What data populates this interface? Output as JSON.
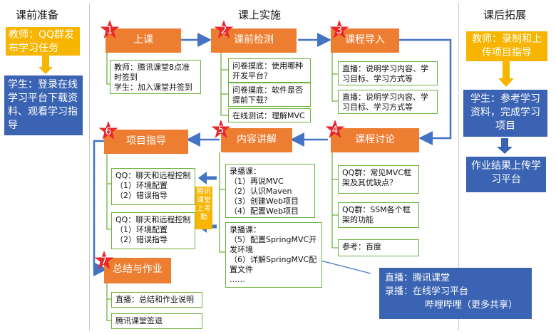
{
  "columns": {
    "before": "课前准备",
    "during": "课上实施",
    "after": "课后拓展"
  },
  "before": {
    "teacher": "教师：QQ群发布学习任务",
    "student": "学生：登录在线学习平台下载资料、观看学习指导"
  },
  "after": {
    "teacher": "教师：录制和上传项目指导",
    "student": "学生：参考学习资料，完成学习项目",
    "result": "作业结果上传学习平台"
  },
  "steps": [
    {
      "num": "1",
      "title": "上课",
      "notes": [
        "教师：腾讯课堂8点准时签到\n学生：加入课堂并签到"
      ]
    },
    {
      "num": "2",
      "title": "课前检测",
      "notes": [
        "问卷摸底：使用哪种开发平台？",
        "问卷摸底：软件是否提前下载？",
        "在线测试：理解MVC"
      ]
    },
    {
      "num": "3",
      "title": "课程导入",
      "notes": [
        "直播：说明学习内容、学习目标、学习方式等",
        "直播：说明学习内容、学习目标、学习方式等"
      ]
    },
    {
      "num": "4",
      "title": "课程讨论",
      "notes": [
        "QQ群：常见MVC框架及其优缺点？",
        "QQ群：SSM各个框架的功能",
        "参考：百度"
      ]
    },
    {
      "num": "5",
      "title": "内容讲解",
      "notes": [
        "录播课：\n（1）再说MVC\n（2）认识Maven\n（3）创建Web项目\n（4）配置Web项目",
        "录播课：\n（5）配置SpringMVC开发环境\n（6）详解SpringMVC配置文件\n……"
      ]
    },
    {
      "num": "6",
      "title": "项目指导",
      "notes": [
        "QQ：聊天和远程控制\n（1）环境配置\n（2）错误指导",
        "QQ：聊天和远程控制\n（1）环境配置\n（2）错误指导"
      ]
    },
    {
      "num": "7",
      "title": "总结与作业",
      "notes": [
        "直播：总结和作业说明",
        "腾讯课堂签退"
      ]
    }
  ],
  "attendance_tag": "腾讯课堂上考勤",
  "callout": {
    "line1": "直播：腾讯课堂",
    "line2": "录播：在线学习平台",
    "line3": "哔哩哔哩（更多共享）"
  },
  "colors": {
    "orange": "#ed7d31",
    "yellow": "#f7b500",
    "blue": "#3a63b3",
    "green": "#6cb33e",
    "star": "#e8262b"
  }
}
